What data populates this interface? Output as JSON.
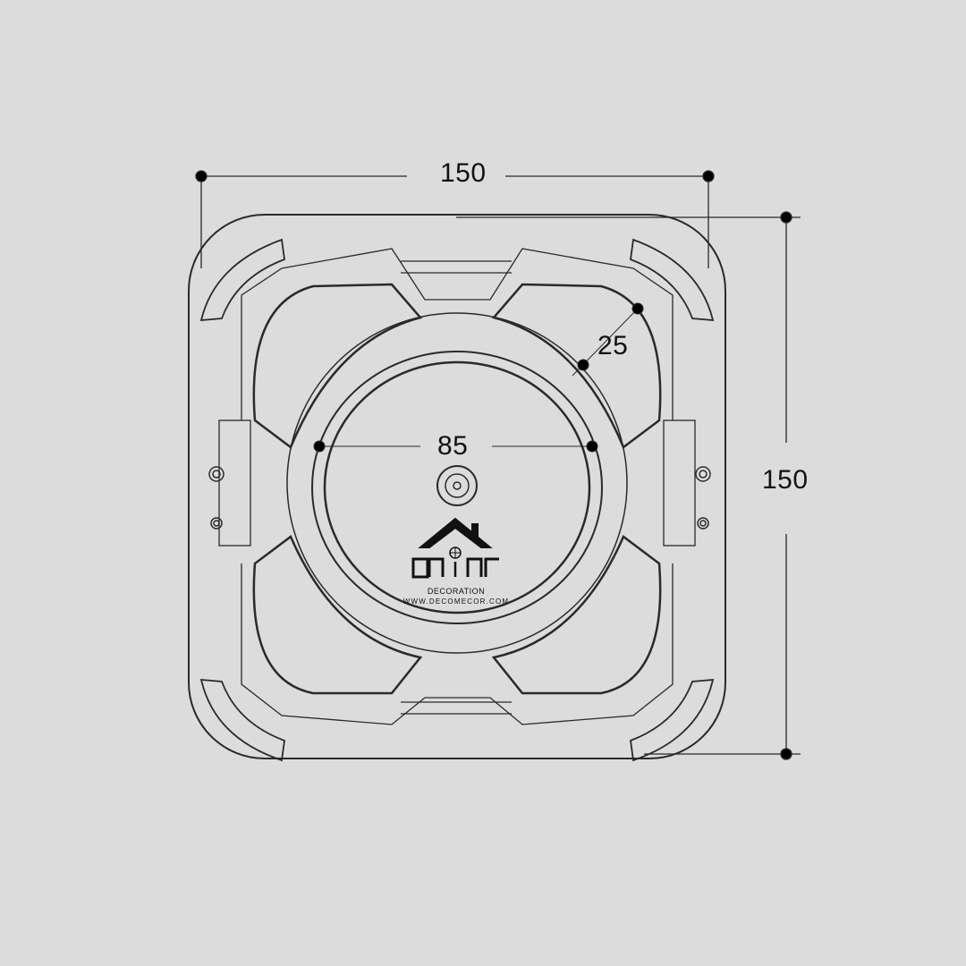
{
  "dimensions": {
    "width_label": "150",
    "height_label": "150",
    "inner_diameter_label": "85",
    "seat_radius_label": "25"
  },
  "logo": {
    "persian_wordmark": "دکوآمه",
    "subtitle": "DECORATION",
    "website": "WWW.DECOMECOR.COM"
  },
  "colors": {
    "background": "#dcdcdc",
    "line": "#2a2a2a"
  }
}
